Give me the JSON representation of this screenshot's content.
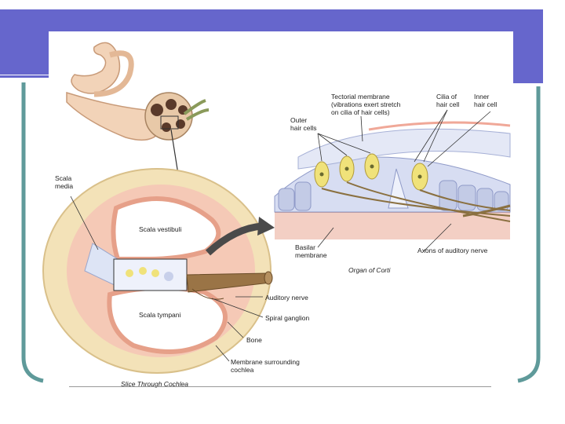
{
  "theme": {
    "frame_color": "#6666cc",
    "rail_color": "#5f9a9a",
    "bone_color": "#f3e2b8",
    "membrane_color": "#f0b8a8"
  },
  "figure": {
    "labels": {
      "tectorial": "Tectorial membrane\n(vibrations exert stretch\non cilia of hair cells)",
      "cilia": "Cilia of\nhair cell",
      "inner": "Inner\nhair cell",
      "outer": "Outer\nhair cells",
      "scala_media": "Scala\nmedia",
      "scala_vestibuli": "Scala vestibuli",
      "scala_tympani": "Scala tympani",
      "basilar": "Basilar\nmembrane",
      "organ": "Organ of Corti",
      "axons": "Axons of auditory nerve",
      "auditory_nerve": "Auditory nerve",
      "spiral_ganglion": "Spiral ganglion",
      "bone": "Bone",
      "membrane_cochlea": "Membrane surrounding\ncochlea",
      "slice": "Slice Through Cochlea"
    }
  }
}
